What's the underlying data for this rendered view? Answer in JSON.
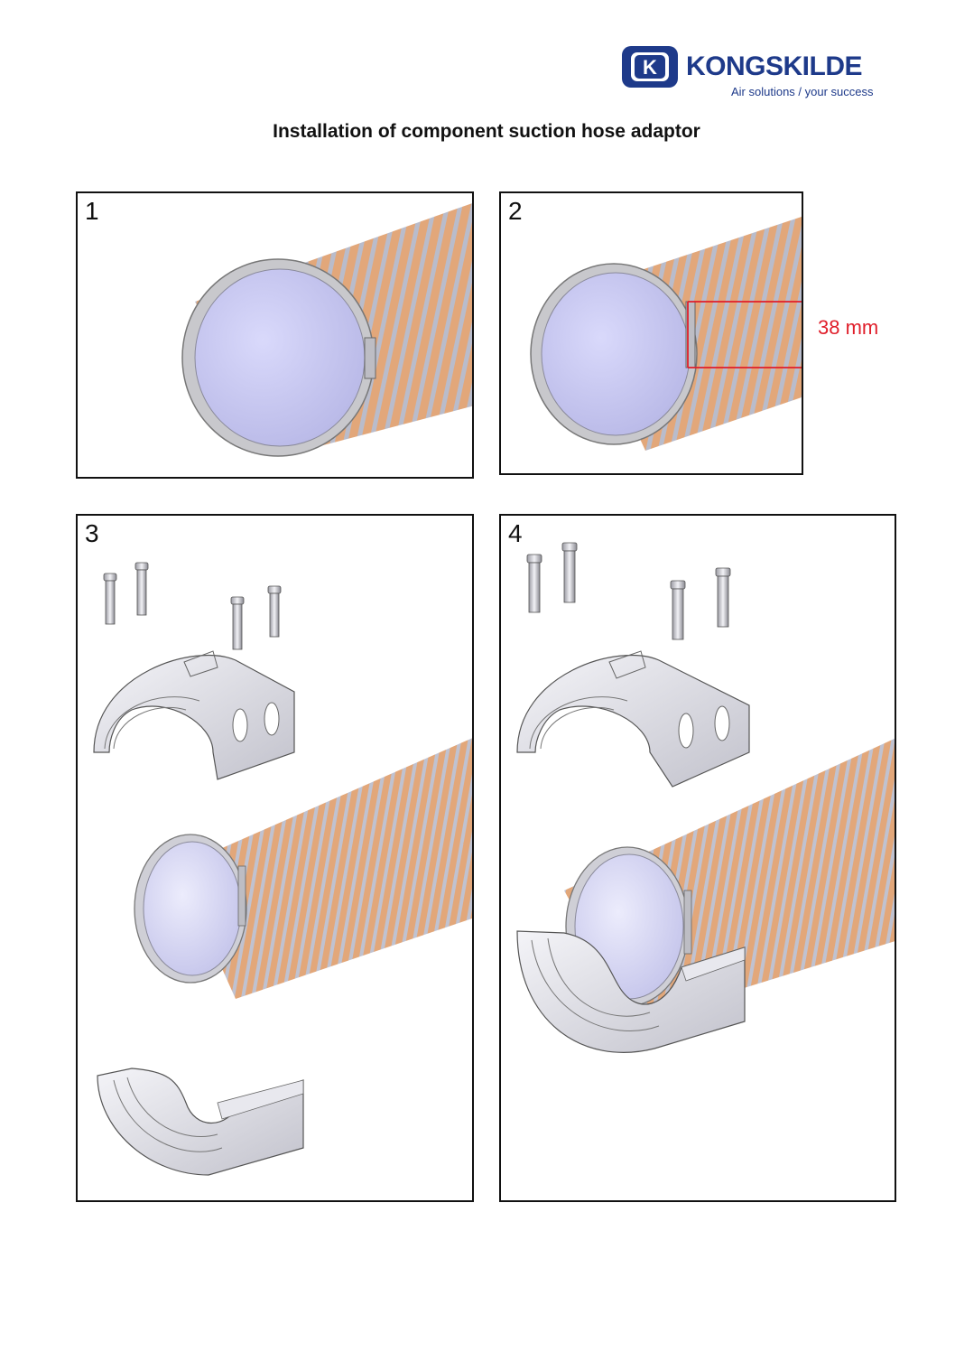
{
  "brand": {
    "name": "KONGSKILDE",
    "tagline": "Air solutions / your success",
    "logo_letter": "K",
    "color": "#1e3a8a"
  },
  "document": {
    "title": "Installation of component suction hose adaptor"
  },
  "steps": [
    {
      "number": "1"
    },
    {
      "number": "2",
      "annotation": "38 mm"
    },
    {
      "number": "3"
    },
    {
      "number": "4"
    }
  ],
  "colors": {
    "hose": "#e2a77a",
    "hose_groove": "#b9bccb",
    "hose_inner": "#c9c9f2",
    "hose_rim": "#c8c8cc",
    "measure": "#e01e2a"
  }
}
